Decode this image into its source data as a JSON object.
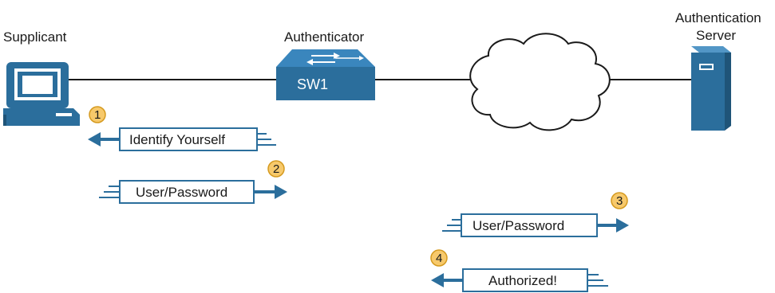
{
  "labels": {
    "supplicant": "Supplicant",
    "authenticator": "Authenticator",
    "auth_server_line1": "Authentication",
    "auth_server_line2": "Server",
    "switch_name": "SW1"
  },
  "messages": [
    {
      "step": "1",
      "text": "Identify Yourself"
    },
    {
      "step": "2",
      "text": "User/Password"
    },
    {
      "step": "3",
      "text": "User/Password"
    },
    {
      "step": "4",
      "text": "Authorized!"
    }
  ],
  "colors": {
    "device_blue": "#2b6e9c",
    "arrow_blue": "#2b6e9c",
    "badge_fill": "#f7c96b",
    "badge_stroke": "#d59a1f",
    "line": "#1a1a1a"
  },
  "icons": [
    "pc-icon",
    "switch-icon",
    "cloud-icon",
    "server-icon"
  ]
}
